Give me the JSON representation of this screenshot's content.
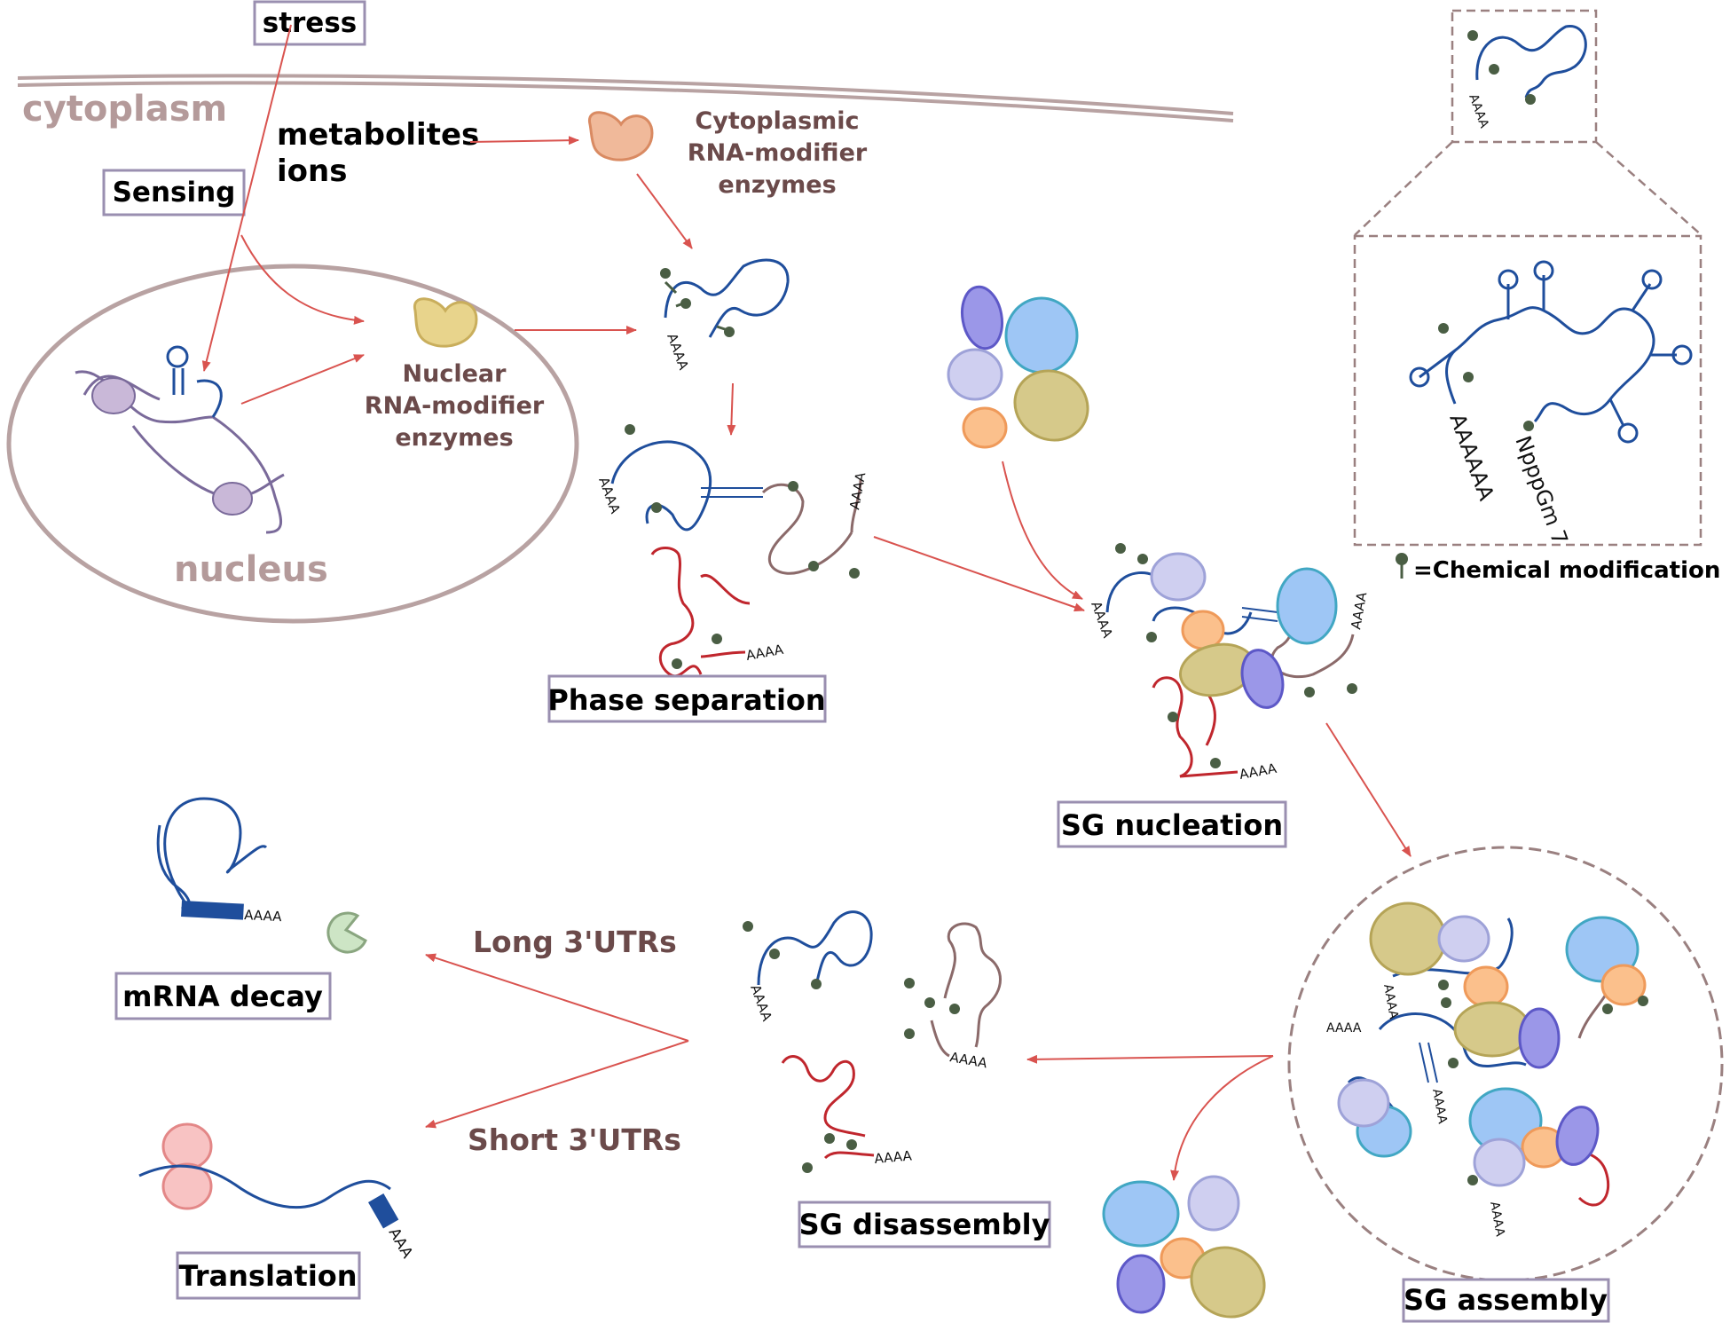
{
  "labels": {
    "stress": "stress",
    "cytoplasm": "cytoplasm",
    "metabolites": "metabolites",
    "ions": "ions",
    "sensing": "Sensing",
    "nucleus": "nucleus",
    "cyto_enzyme_1": "Cytoplasmic",
    "cyto_enzyme_2": "RNA-modifier",
    "cyto_enzyme_3": "enzymes",
    "nuc_enzyme_1": "Nuclear",
    "nuc_enzyme_2": "RNA-modifier",
    "nuc_enzyme_3": "enzymes",
    "phase_separation": "Phase separation",
    "sg_nucleation": "SG nucleation",
    "sg_assembly": "SG assembly",
    "sg_disassembly": "SG disassembly",
    "long_utr": "Long 3'UTRs",
    "short_utr": "Short 3'UTRs",
    "mrna_decay": "mRNA decay",
    "translation": "Translation",
    "chemical_mod": "=Chemical modification",
    "polya_6": "AAAAAA",
    "cap": "NpppGm 7",
    "polya": "AAAA",
    "polya_3": "AAA"
  },
  "colors": {
    "rna_blue": "#1f4e9c",
    "rna_red": "#c0262d",
    "rna_brown": "#8b6a6a",
    "arrow": "#d9534f",
    "modification": "#4a5e44",
    "cell_border": "#b8a2a2",
    "box_border": "#9a8fb0"
  },
  "icons": {
    "dna": "dna-double-helix-icon",
    "enzyme": "enzyme-blob-icon",
    "ribosome": "ribosome-icon",
    "nuclease": "pacman-nuclease-icon",
    "modification": "lollipop-modification-icon"
  }
}
